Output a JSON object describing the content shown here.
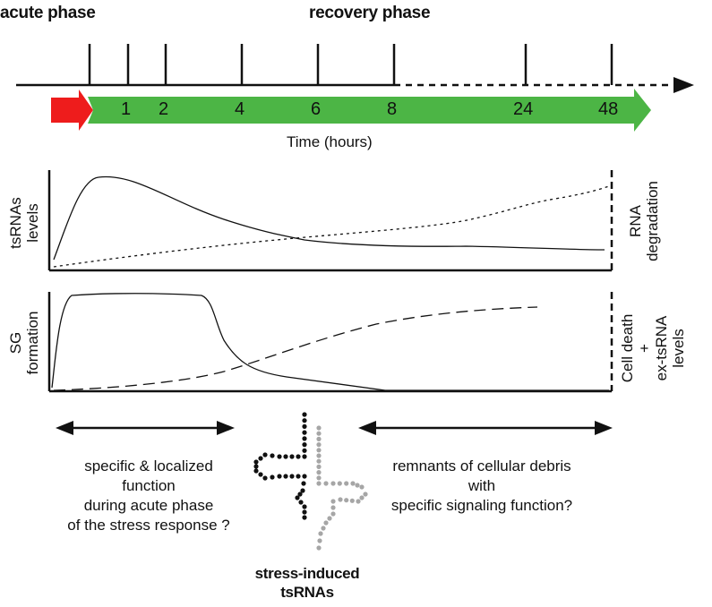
{
  "phases": {
    "acute": "acute phase",
    "recovery": "recovery phase"
  },
  "timeline": {
    "ticks": [
      "1",
      "2",
      "4",
      "6",
      "8",
      "24",
      "48"
    ],
    "axis_title": "Time (hours)"
  },
  "panel_top": {
    "left_label": [
      "tsRNAs",
      "levels"
    ],
    "right_label": [
      "RNA",
      "degradation"
    ]
  },
  "panel_bottom": {
    "left_label": [
      "SG",
      "formation"
    ],
    "right_label": [
      "Cell death",
      "+",
      "ex-tsRNA",
      "levels"
    ]
  },
  "notes": {
    "left": [
      "specific & localized",
      "function",
      "during acute phase",
      "of the stress response ?"
    ],
    "right": [
      "remnants of cellular debris",
      "with",
      "specific signaling function?"
    ]
  },
  "center_label": [
    "stress-induced",
    "tsRNAs"
  ],
  "colors": {
    "acute_arrow": "#ee1c1c",
    "recovery_arrow": "#4cb545",
    "dots_dark": "#111111",
    "dots_light": "#a6a6a6"
  }
}
